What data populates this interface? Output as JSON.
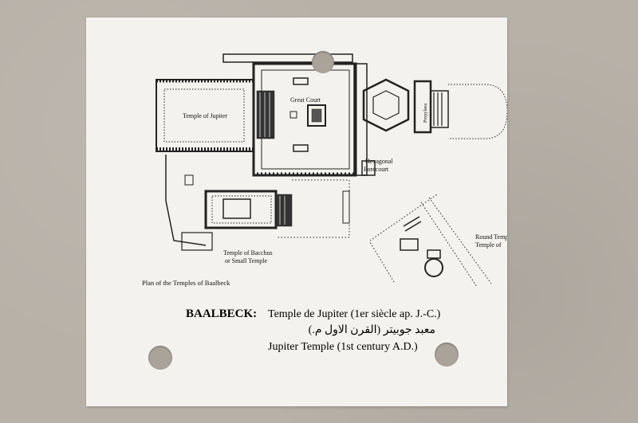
{
  "plan": {
    "title": "Plan of the Temples of Baalbeck",
    "labels": {
      "temple_of_jupiter": "Temple of Jupiter",
      "great_court": "Great Court",
      "propylaea": "Propylaea",
      "hexagonal": "Hexagonal",
      "forecourt": "Forecourt",
      "temple_of_bacchus": "Temple of Bacchus",
      "or_small_temple": "or Small Temple",
      "round_temple": "Round Temp",
      "temple_of": "Temple of"
    }
  },
  "caption": {
    "heading": "BAALBECK:",
    "french": "Temple de Jupiter (1er siècle ap. J.-C.)",
    "arabic": "معبد جوبيتر (القرن الاول م.)",
    "english": "Jupiter Temple (1st century A.D.)"
  }
}
